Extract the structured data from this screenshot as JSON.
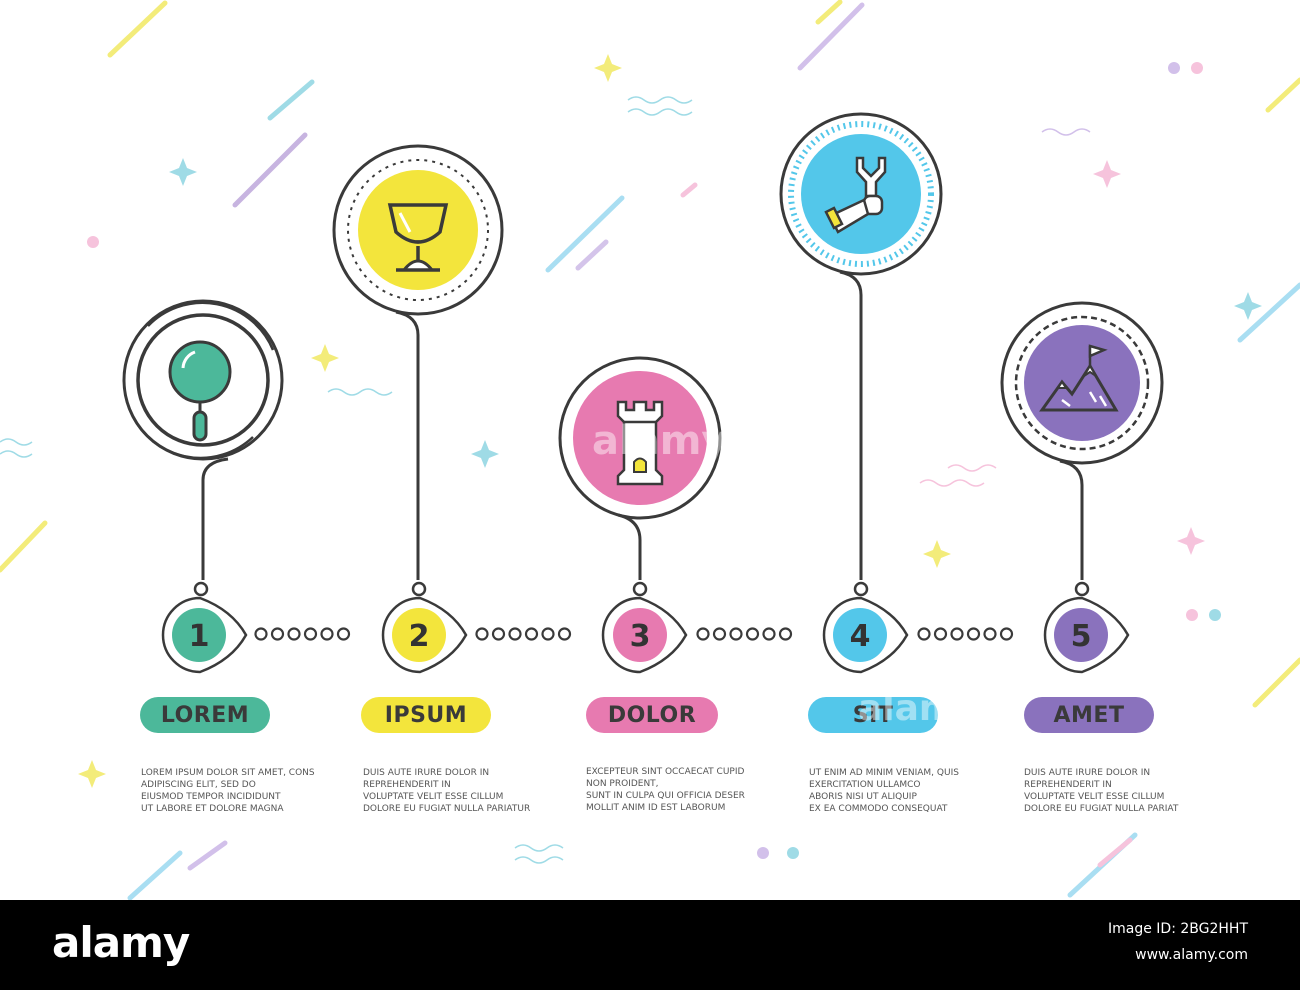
{
  "steps": [
    {
      "number": "1",
      "label": "LOREM",
      "color": "#4cb89a",
      "desc": [
        "LOREM IPSUM DOLOR SIT AMET, CONS",
        "ADIPISCING ELIT, SED DO",
        "EIUSMOD TEMPOR INCIDIDUNT",
        "UT LABORE ET DOLORE MAGNA"
      ]
    },
    {
      "number": "2",
      "label": "IPSUM",
      "color": "#f3e53c",
      "desc": [
        "DUIS AUTE IRURE DOLOR IN",
        "REPREHENDERIT IN",
        "VOLUPTATE VELIT ESSE CILLUM",
        "DOLORE EU FUGIAT NULLA PARIATUR"
      ]
    },
    {
      "number": "3",
      "label": "DOLOR",
      "color": "#e77ab0",
      "desc": [
        "EXCEPTEUR SINT OCCAECAT CUPID",
        "NON PROIDENT,",
        "SUNT IN CULPA QUI OFFICIA DESER",
        "MOLLIT ANIM ID EST LABORUM"
      ]
    },
    {
      "number": "4",
      "label": "SIT",
      "color": "#53c7ea",
      "desc": [
        "UT ENIM AD MINIM VENIAM, QUIS",
        "EXERCITATION ULLAMCO",
        "ABORIS NISI UT ALIQUIP",
        "EX EA COMMODO CONSEQUAT"
      ]
    },
    {
      "number": "5",
      "label": "AMET",
      "color": "#8a72bd",
      "desc": [
        "DUIS AUTE IRURE DOLOR IN",
        "REPREHENDERIT IN",
        "VOLUPTATE VELIT ESSE CILLUM",
        "DOLORE EU FUGIAT NULLA PARIAT"
      ]
    }
  ],
  "icons": [
    "magnifier-icon",
    "trophy-icon",
    "castle-tower-icon",
    "robot-arm-wrench-icon",
    "mountain-flag-icon"
  ],
  "line_color": "#3a3a3a",
  "watermark": {
    "text1": "alamy",
    "text2": "alamy"
  },
  "footer": {
    "logo": "alamy",
    "image_id_text": "Image ID: 2BG2HHT",
    "site": "www.alamy.com"
  }
}
